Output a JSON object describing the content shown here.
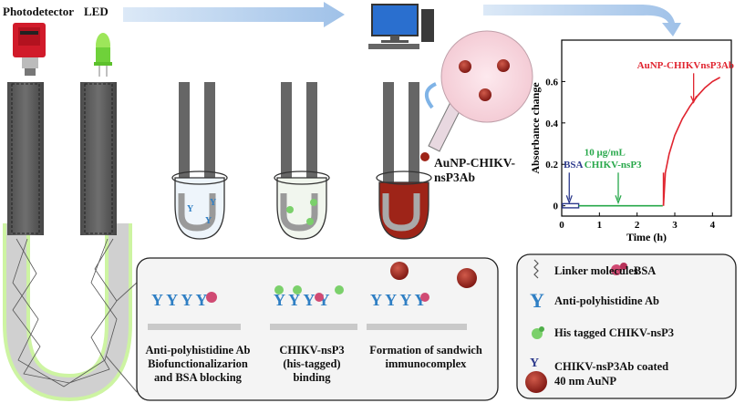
{
  "labels": {
    "photodetector": "Photodetector",
    "led": "LED",
    "aunp_reagent_line1": "AuNP-CHIKV-",
    "aunp_reagent_line2": "nsP3Ab"
  },
  "steps": [
    {
      "line1": "Anti-polyhistidine Ab",
      "line2": "Biofunctionalizarion",
      "line3": "and BSA blocking"
    },
    {
      "line1": "CHIKV-nsP3",
      "line2": "(his-tagged)",
      "line3": "binding"
    },
    {
      "line1": "Formation of sandwich",
      "line2": "immunocomplex"
    }
  ],
  "legend": {
    "linker": "Linker molecules",
    "bsa": "BSA",
    "antibody": "Anti-polyhistidine Ab",
    "his_tagged": "His tagged CHIKV-nsP3",
    "aunp_line1": "CHIKV-nsP3Ab coated",
    "aunp_line2": "40 nm AuNP"
  },
  "chart_data": {
    "type": "line",
    "xlabel": "Time (h)",
    "ylabel": "Absorbance change",
    "xlim": [
      0,
      4.5
    ],
    "ylim": [
      -0.05,
      0.8
    ],
    "xticks": [
      0,
      1,
      2,
      3,
      4
    ],
    "yticks": [
      0,
      0.2,
      0.4,
      0.6
    ],
    "ytick_labels": [
      "0",
      "0.2",
      "0.4",
      "0.6"
    ],
    "series": [
      {
        "name": "BSA",
        "color": "#2d3a8c",
        "x": [
          0,
          0.02,
          0.45,
          0.45
        ],
        "y": [
          0,
          0,
          0,
          0
        ]
      },
      {
        "name": "10 μg/mL CHIKV-nsP3",
        "color": "#27a84a",
        "x": [
          0.45,
          1.0,
          1.5,
          2.0,
          2.68
        ],
        "y": [
          0,
          0,
          0,
          0,
          0
        ]
      },
      {
        "name": "AuNP-CHIKVnsP3Ab",
        "color": "#e0242f",
        "x": [
          2.7,
          2.75,
          2.85,
          3.0,
          3.2,
          3.4,
          3.6,
          3.8,
          4.0,
          4.2
        ],
        "y": [
          0,
          0.16,
          0.25,
          0.34,
          0.42,
          0.48,
          0.53,
          0.57,
          0.6,
          0.62
        ]
      }
    ],
    "annotations": [
      {
        "text": "BSA",
        "color": "#2d3a8c"
      },
      {
        "text": "10 μg/mL",
        "color": "#27a84a"
      },
      {
        "text": "CHIKV-nsP3",
        "color": "#27a84a"
      },
      {
        "text": "AuNP-CHIKVnsP3Ab",
        "color": "#e0242f"
      }
    ]
  }
}
